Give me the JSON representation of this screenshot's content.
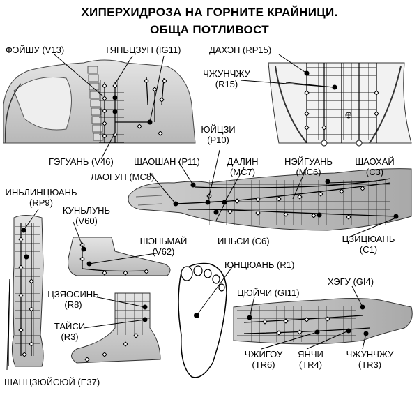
{
  "title": {
    "line1": "ХИПЕРХИДРОЗА НА ГОРНИТЕ КРАЙНИЦИ.",
    "line2": "ОБЩА ПОТЛИВОСТ"
  },
  "points": {
    "feishu": "ФЭЙШУ (V13)",
    "tianzong": "ТЯНЬЦЗУН (IG11)",
    "dahen": "ДАХЭН (RP15)",
    "zhongzhu_a": "ЧЖУНЧЖУ",
    "zhongzhu_a2": "(R15)",
    "geguan": "ГЭГУАНЬ (V46)",
    "yujizi": "ЮЙЦЗИ",
    "yujizi2": "(P10)",
    "shaoshan": "ШАОШАН (P11)",
    "dalin": "ДАЛИН",
    "dalin2": "(MC7)",
    "neiguan": "НЭЙГУАНЬ",
    "neiguan2": "(MC6)",
    "shaohai": "ШАОХАЙ",
    "shaohai2": "(C3)",
    "laogong": "ЛАОГУН (MC8)",
    "yinlingquan": "ИНЬЛИНЦЮАНЬ",
    "yinlingquan2": "(RP9)",
    "kunlun": "КУНЬЛУНЬ",
    "kunlun2": "(V60)",
    "shenmai": "ШЭНЬМАЙ",
    "shenmai2": "(V62)",
    "yinxi": "ИНЬСИ (C6)",
    "jiquan": "ЦЗИЦЮАНЬ",
    "jiquan2": "(C1)",
    "yongquan": "ЮНЦЮАНЬ (R1)",
    "quchi": "ЦЮЙЧИ (GI11)",
    "hegu": "ХЭГУ (GI4)",
    "zhaohai": "ЦЗЯОСИНЬ",
    "zhaohai2": "(R8)",
    "taixi": "ТАЙСИ",
    "taixi2": "(R3)",
    "zhigou": "ЧЖИГОУ",
    "zhigou2": "(TR6)",
    "yangchi": "ЯНЧИ",
    "yangchi2": "(TR4)",
    "zhongzhu_b": "ЧЖУНЧЖУ",
    "zhongzhu_b2": "(TR3)",
    "shangjuxu": "ШАНЦЗЮЙСЮЙ (E37)"
  }
}
